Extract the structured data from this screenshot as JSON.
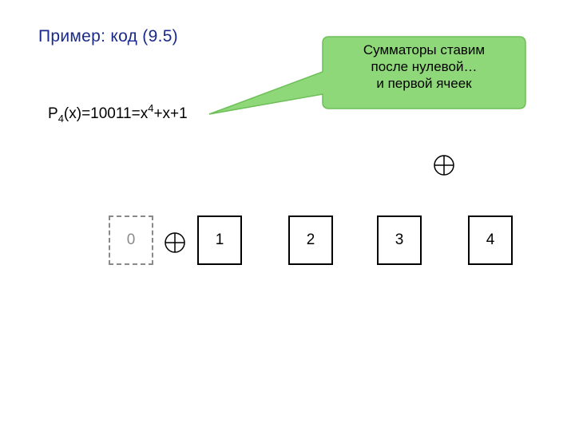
{
  "title": "Пример: код (9.5)",
  "polynomial": {
    "p": "P",
    "sub": "4",
    "mid": "(x)=10011=x",
    "sup": "4",
    "tail": "+x+1"
  },
  "callout": {
    "lines": [
      "Сумматоры ставим",
      "после нулевой…",
      "и первой ячеек"
    ],
    "fill": "#8fd87a",
    "stroke": "#6dbf57"
  },
  "cells": [
    {
      "label": "0",
      "style": "dashed"
    },
    {
      "label": "1",
      "style": "solid"
    },
    {
      "label": "2",
      "style": "solid"
    },
    {
      "label": "3",
      "style": "solid"
    },
    {
      "label": "4",
      "style": "solid"
    }
  ],
  "adders": [
    "adder-between-0-1",
    "adder-above-3-4"
  ],
  "colors": {
    "title": "#1a2a8a",
    "dashed": "#8a8a8a"
  }
}
